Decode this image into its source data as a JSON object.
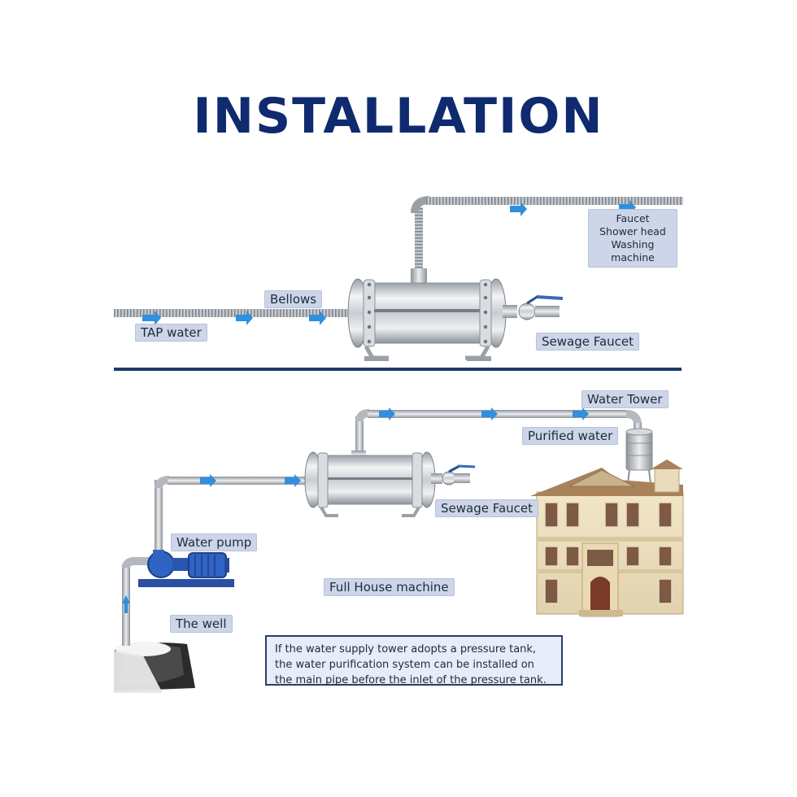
{
  "title": "INSTALLATION",
  "top_section": {
    "labels": {
      "tap_water": "TAP water",
      "bellows": "Bellows",
      "sewage_faucet": "Sewage Faucet",
      "outlets": [
        "Faucet",
        "Shower head",
        "Washing machine"
      ]
    }
  },
  "bottom_section": {
    "labels": {
      "water_tower": "Water Tower",
      "purified_water": "Purified water",
      "sewage_faucet": "Sewage Faucet",
      "water_pump": "Water pump",
      "full_house_machine": "Full House machine",
      "the_well": "The well"
    },
    "note_lines": [
      "If the water supply tower adopts a pressure tank,",
      "the water purification system can be installed on",
      "the main pipe before the inlet of the pressure tank."
    ]
  },
  "colors": {
    "title": "#0f2a6e",
    "label_bg": "#cdd6e8",
    "flow_arrow": "#2f8fe0",
    "divider": "#1d3b6e",
    "pipe": "#b8bcc2"
  },
  "icons": [
    "filter-tank-icon",
    "valve-icon",
    "water-pump-icon",
    "well-icon",
    "house-icon",
    "water-tower-icon",
    "flow-arrow-icon"
  ]
}
